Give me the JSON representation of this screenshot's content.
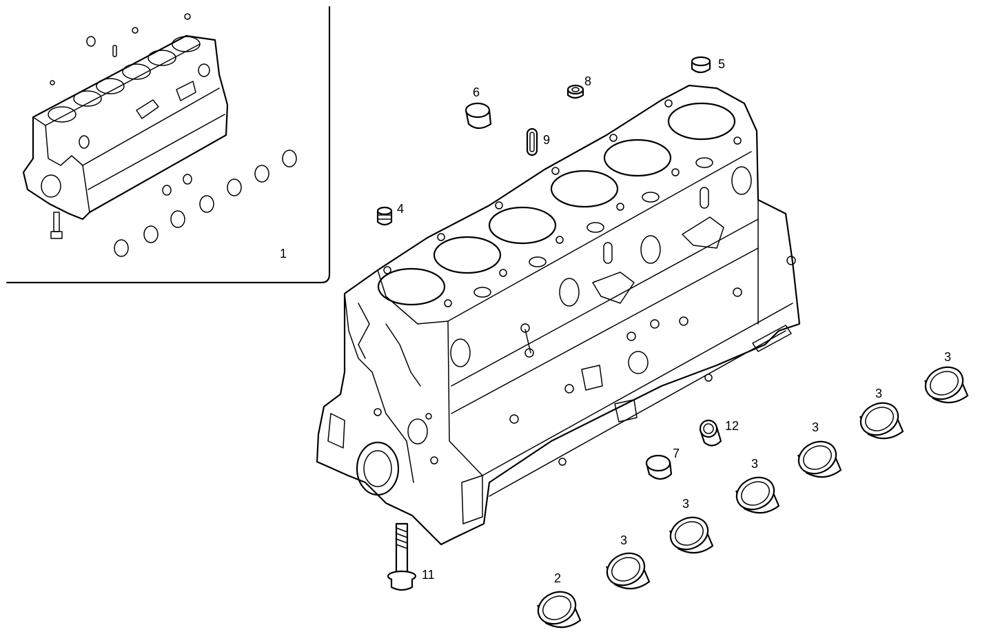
{
  "callouts": [
    {
      "id": "c1",
      "text": "1"
    },
    {
      "id": "c2",
      "text": "2"
    },
    {
      "id": "c3a",
      "text": "3"
    },
    {
      "id": "c3b",
      "text": "3"
    },
    {
      "id": "c3c",
      "text": "3"
    },
    {
      "id": "c3d",
      "text": "3"
    },
    {
      "id": "c3e",
      "text": "3"
    },
    {
      "id": "c3f",
      "text": "3"
    },
    {
      "id": "c4",
      "text": "4"
    },
    {
      "id": "c5",
      "text": "5"
    },
    {
      "id": "c6",
      "text": "6"
    },
    {
      "id": "c7",
      "text": "7"
    },
    {
      "id": "c8",
      "text": "8"
    },
    {
      "id": "c9",
      "text": "9"
    },
    {
      "id": "c11",
      "text": "11"
    },
    {
      "id": "c12",
      "text": "12"
    }
  ]
}
